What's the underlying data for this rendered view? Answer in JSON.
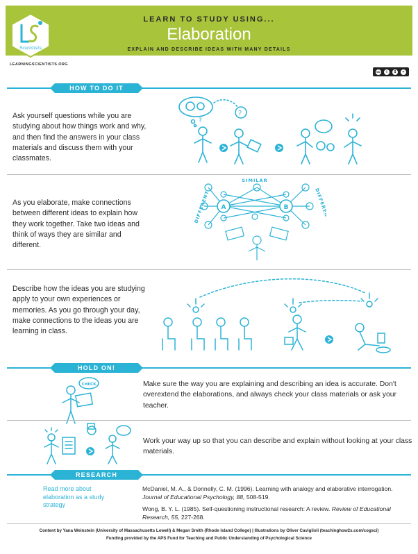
{
  "header": {
    "kicker": "LEARN TO STUDY USING...",
    "title": "Elaboration",
    "subtitle": "EXPLAIN AND DESCRIBE IDEAS WITH MANY DETAILS"
  },
  "site": {
    "url": "LEARNINGSCIENTISTS.ORG",
    "logo_text": "Scientists"
  },
  "license": {
    "icons": [
      "cc",
      "by",
      "nc",
      "nd"
    ],
    "labels": [
      "BY",
      "NC",
      "ND"
    ]
  },
  "colors": {
    "accent": "#2bb3d6",
    "header": "#a8c43a",
    "text": "#2a2a2a"
  },
  "sections": {
    "how_to_do_it": {
      "heading": "HOW TO DO IT",
      "steps": [
        "Ask yourself questions while you are studying about how things work and why, and then find the answers in your class materials and discuss them with your classmates.",
        "As you elaborate, make connections between different ideas to explain how they work together. Take two ideas and think of ways they are similar and different.",
        "Describe how the ideas you are studying apply to your own experiences or memories. As you go through your day, make connections to the ideas you are learning in class."
      ],
      "diagram": {
        "similar": "SIMILAR",
        "different_left": "DIFFERENT",
        "different_right": "DIFFERENT",
        "node_a": "A",
        "node_b": "B"
      }
    },
    "hold_on": {
      "heading": "HOLD ON!",
      "check_label": "CHECK",
      "tips": [
        "Make sure the way you are explaining and describing an idea is accurate. Don't overextend the elaborations, and always check your class materials or ask your teacher.",
        "Work your way up so that you can describe and explain without looking at your class materials."
      ]
    },
    "research": {
      "heading": "RESEARCH",
      "link_text": "Read more about elaboration as a study strategy",
      "refs": [
        {
          "authors": "McDaniel, M. A., & Donnelly, C. M. (1996). Learning with analogy and elaborative interrogation.",
          "journal": "Journal of Educational Psychology, 88,",
          "pages": "508-519."
        },
        {
          "authors": "Wong, B. Y. L. (1985). Self-questioning instructional research: A review.",
          "journal": "Review of Educational Research, 55,",
          "pages": "227-268."
        }
      ]
    }
  },
  "footer": {
    "line1": "Content by Yana Weinstein (University of Massachusetts Lowell) & Megan Smith (Rhode Island College)   |   Illustrations by Oliver Caviglioli (teachinghow2s.com/cogsci)",
    "line2": "Funding provided by the APS Fund for Teaching and Public Understanding of Psychological Science"
  }
}
